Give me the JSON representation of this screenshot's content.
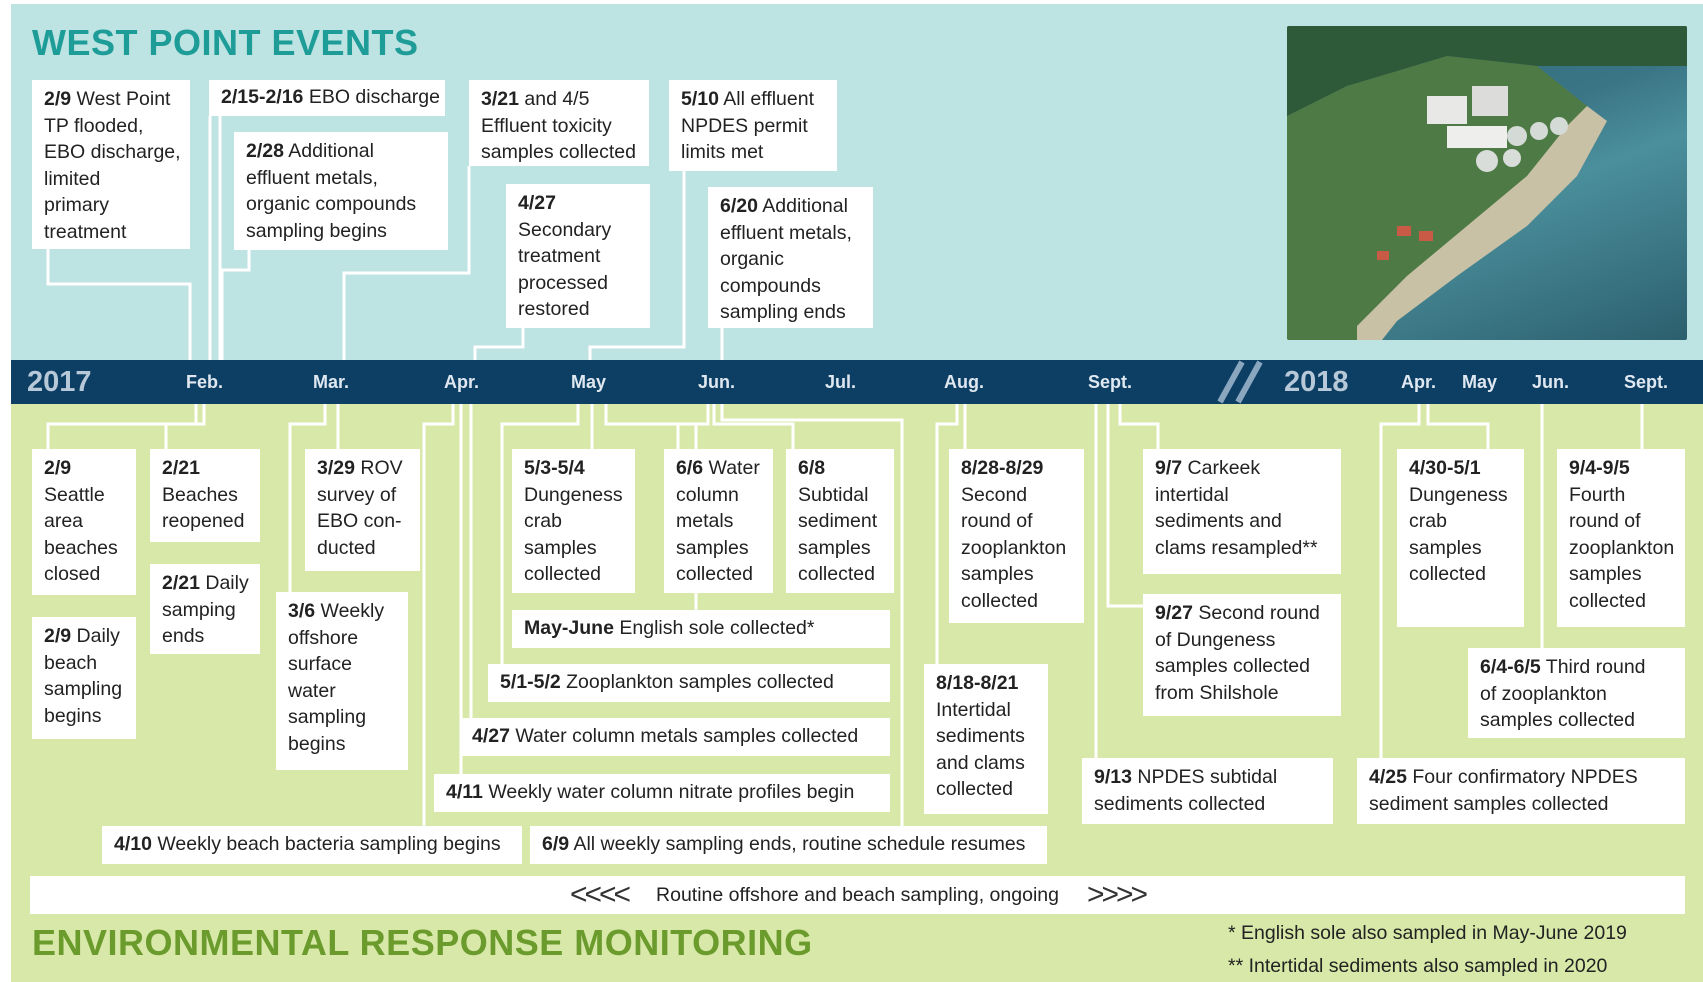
{
  "titles": {
    "west_point": "WEST POINT EVENTS",
    "environmental": "ENVIRONMENTAL RESPONSE MONITORING"
  },
  "axis": {
    "year_2017": "2017",
    "year_2018": "2018",
    "months_2017": [
      "Feb.",
      "Mar.",
      "Apr.",
      "May",
      "Jun.",
      "Jul.",
      "Aug.",
      "Sept."
    ],
    "months_2018": [
      "Apr.",
      "May",
      "Jun.",
      "Sept."
    ]
  },
  "top_events": [
    {
      "date": "2/9",
      "text": "West Point\nTP flooded,\nEBO discharge,\nlimited\nprimary\ntreatment"
    },
    {
      "date": "2/15-2/16",
      "text": "EBO discharge"
    },
    {
      "date": "2/28",
      "text": "Additional\neffluent metals,\norganic compounds\nsampling begins"
    },
    {
      "date": "3/21",
      "text": "and 4/5\nEffluent toxicity\nsamples collected"
    },
    {
      "date": "4/27",
      "text": "\nSecondary\ntreatment\nprocessed\nrestored"
    },
    {
      "date": "5/10",
      "text": "All effluent\nNPDES permit\nlimits met"
    },
    {
      "date": "6/20",
      "text": "Additional\neffluent metals,\norganic\ncompounds\nsampling ends"
    }
  ],
  "bottom_events": [
    {
      "date": "2/9",
      "text": "\nSeattle\narea\nbeaches\nclosed"
    },
    {
      "date": "2/9",
      "text": "Daily\nbeach\nsampling\nbegins"
    },
    {
      "date": "2/21",
      "text": "\nBeaches\nreopened"
    },
    {
      "date": "2/21",
      "text": "Daily\nsamping\nends"
    },
    {
      "date": "3/29",
      "text": "ROV\nsurvey of\nEBO con-\nducted"
    },
    {
      "date": "3/6",
      "text": "Weekly\noffshore\nsurface\nwater\nsampling\nbegins"
    },
    {
      "date": "5/3-5/4",
      "text": "\nDungeness\ncrab\nsamples\ncollected"
    },
    {
      "date": "6/6",
      "text": "Water\ncolumn\nmetals\nsamples\ncollected"
    },
    {
      "date": "6/8",
      "text": "\nSubtidal\nsediment\nsamples\ncollected"
    },
    {
      "date": "May-June",
      "text": "English sole collected*"
    },
    {
      "date": "5/1-5/2",
      "text": "Zooplankton samples collected"
    },
    {
      "date": "4/27",
      "text": "Water column metals samples collected"
    },
    {
      "date": "4/11",
      "text": "Weekly water column nitrate profiles begin"
    },
    {
      "date": "4/10",
      "text": "Weekly beach bacteria sampling begins"
    },
    {
      "date": "6/9",
      "text": "All weekly sampling ends, routine schedule resumes"
    },
    {
      "date": "8/28-8/29",
      "text": "\nSecond\nround of\nzooplankton\nsamples\ncollected"
    },
    {
      "date": "8/18-8/21",
      "text": "\nIntertidal\nsediments\nand clams\ncollected"
    },
    {
      "date": "9/7",
      "text": "Carkeek\nintertidal\nsediments and\nclams resampled**"
    },
    {
      "date": "9/27",
      "text": "Second round\nof Dungeness\nsamples collected\nfrom Shilshole"
    },
    {
      "date": "9/13",
      "text": "NPDES subtidal\nsediments collected"
    },
    {
      "date": "4/30-5/1",
      "text": "\nDungeness\ncrab\nsamples\ncollected"
    },
    {
      "date": "9/4-9/5",
      "text": "\nFourth\nround of\nzooplankton\nsamples\ncollected"
    },
    {
      "date": "6/4-6/5",
      "text": "Third round\nof zooplankton\nsamples collected"
    },
    {
      "date": "4/25",
      "text": "Four confirmatory NPDES\nsediment samples collected"
    }
  ],
  "ongoing": {
    "arrows_left": "<<<<",
    "text": "Routine offshore and beach sampling, ongoing",
    "arrows_right": ">>>>"
  },
  "footnotes": [
    "*   English sole also sampled in May-June 2019",
    "** Intertidal sediments also sampled in 2020"
  ],
  "colors": {
    "top_band": "#bde3e2",
    "axis_band": "#0d3e64",
    "bottom_band": "#d7e8a8",
    "title_west": "#1d9c98",
    "title_env": "#6a9b2c"
  }
}
